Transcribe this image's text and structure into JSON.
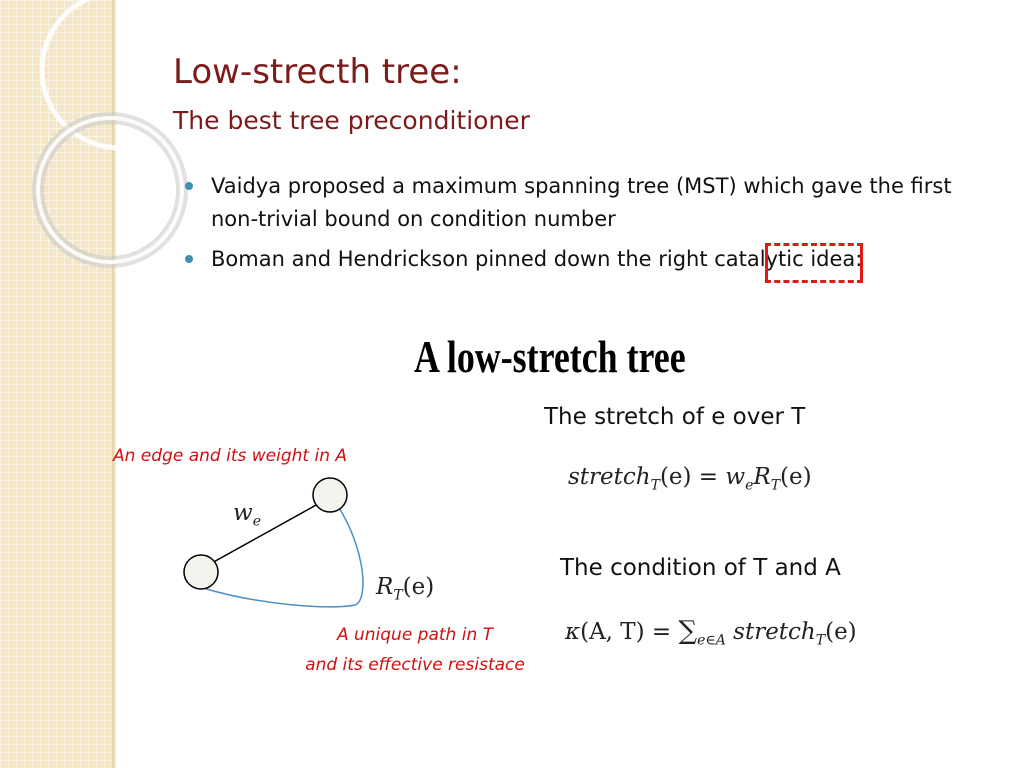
{
  "slide": {
    "title": "Low-strecth tree:",
    "subtitle": "The best tree preconditioner"
  },
  "bullets": [
    {
      "text": "Vaidya proposed a maximum spanning tree (MST) which gave the first non-trivial bound on condition number"
    },
    {
      "text": "Boman and Hendrickson pinned down the right catalytic idea:"
    }
  ],
  "heading": "A low-stretch tree",
  "stretch": {
    "label": "The stretch of e over T",
    "formula_lhs": "stretch",
    "formula_lhs_sub": "T",
    "formula_arg": "(e) = ",
    "formula_w": "w",
    "formula_w_sub": "e",
    "formula_r": "R",
    "formula_r_sub": "T",
    "formula_end": "(e)"
  },
  "condition": {
    "label": "The condition of T and A",
    "formula_kappa": "κ",
    "formula_args": "(A, T) = ",
    "formula_sum": "∑",
    "formula_sum_sub": "e∈A",
    "formula_term": " stretch",
    "formula_term_sub": "T",
    "formula_end": "(e)"
  },
  "diagram": {
    "edge_note": "An edge and its weight in A",
    "weight_label": "w",
    "weight_sub": "e",
    "resistance_label": "R",
    "resistance_sub": "T",
    "resistance_end": "(e)",
    "path_note_line1": "A unique path in T",
    "path_note_line2": "and its effective resistace"
  },
  "colors": {
    "title": "#7b1b1b",
    "bullet": "#3f8fb0",
    "annotation": "#d01010",
    "highlight_bracket": "#e01818",
    "tree_path": "#4a90c8"
  }
}
